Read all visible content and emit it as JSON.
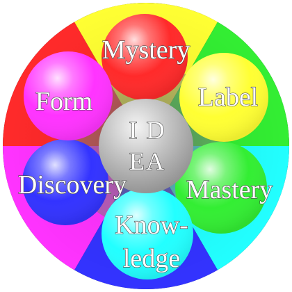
{
  "center": {
    "lines": [
      "I D",
      "EA"
    ],
    "color": "#b8b8b8"
  },
  "segments": [
    {
      "name": "mystery",
      "color": "#ff2a2a",
      "lines": [
        "Mystery"
      ]
    },
    {
      "name": "label",
      "color": "#ffff33",
      "lines": [
        "Label"
      ]
    },
    {
      "name": "mastery",
      "color": "#33ee33",
      "lines": [
        "Mastery"
      ]
    },
    {
      "name": "knowledge",
      "color": "#22ffff",
      "lines": [
        "Know-",
        "ledge"
      ]
    },
    {
      "name": "discovery",
      "color": "#3333ff",
      "lines": [
        "Discovery"
      ]
    },
    {
      "name": "form",
      "color": "#ff33ff",
      "lines": [
        "Form"
      ]
    }
  ]
}
